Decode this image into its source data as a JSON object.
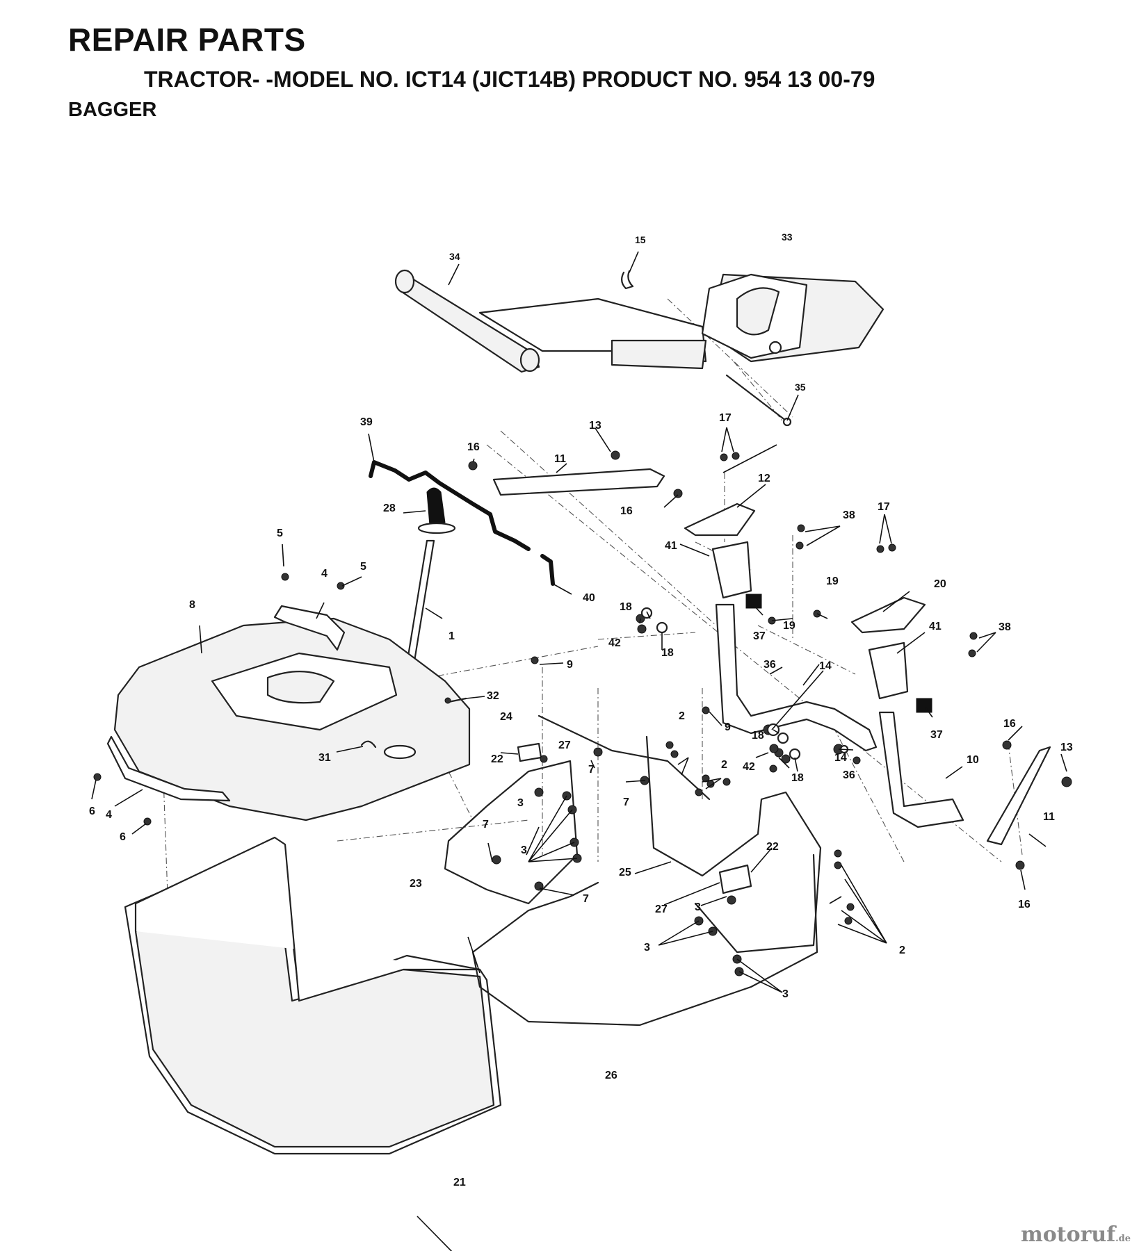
{
  "header": {
    "title": "REPAIR PARTS",
    "subtitle": "TRACTOR- -MODEL NO. ICT14 (JICT14B) PRODUCT NO. 954 13 00-79",
    "section": "BAGGER"
  },
  "callouts": {
    "c1": "1",
    "c2a": "2",
    "c2b": "2",
    "c2c": "2",
    "c3a": "3",
    "c3b": "3",
    "c3c": "3",
    "c3d": "3",
    "c3e": "3",
    "c4a": "4",
    "c4b": "4",
    "c5a": "5",
    "c5b": "5",
    "c6a": "6",
    "c6b": "6",
    "c7a": "7",
    "c7b": "7",
    "c7c": "7",
    "c7d": "7",
    "c8": "8",
    "c9a": "9",
    "c9b": "9",
    "c10": "10",
    "c11a": "11",
    "c11b": "11",
    "c12": "12",
    "c13a": "13",
    "c13b": "13",
    "c14a": "14",
    "c14b": "14",
    "c15": "15",
    "c16a": "16",
    "c16b": "16",
    "c16c": "16",
    "c16d": "16",
    "c17a": "17",
    "c17b": "17",
    "c18a": "18",
    "c18b": "18",
    "c18c": "18",
    "c18d": "18",
    "c19a": "19",
    "c19b": "19",
    "c20": "20",
    "c21": "21",
    "c22a": "22",
    "c22b": "22",
    "c23": "23",
    "c24": "24",
    "c25": "25",
    "c26": "26",
    "c27a": "27",
    "c27b": "27",
    "c28": "28",
    "c31": "31",
    "c32": "32",
    "c33": "33",
    "c34": "34",
    "c35": "35",
    "c36a": "36",
    "c36b": "36",
    "c37a": "37",
    "c37b": "37",
    "c38a": "38",
    "c38b": "38",
    "c39": "39",
    "c40": "40",
    "c41a": "41",
    "c41b": "41",
    "c42a": "42",
    "c42b": "42"
  },
  "watermark": {
    "name": "motoruf",
    "tld": ".de"
  }
}
